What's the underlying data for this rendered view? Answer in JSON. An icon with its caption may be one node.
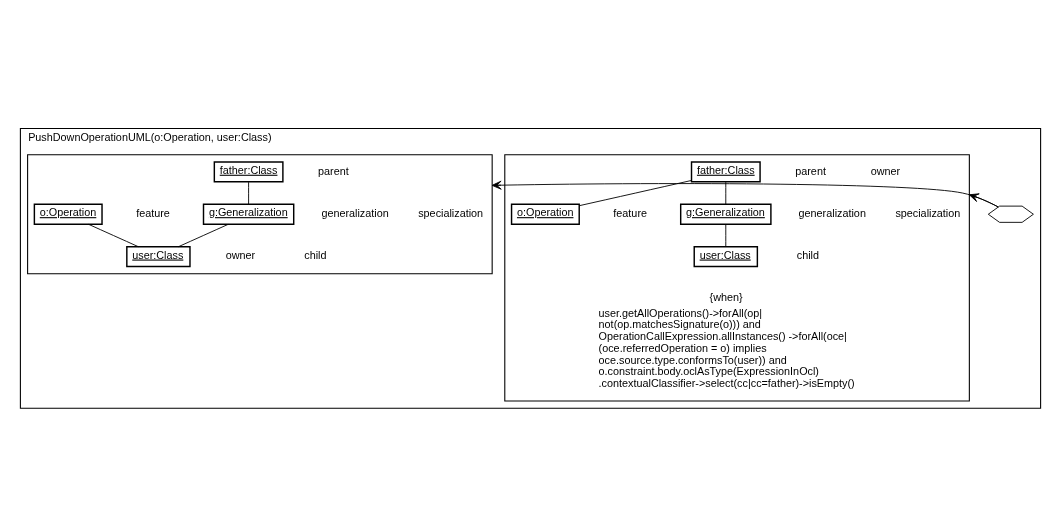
{
  "diagram": {
    "nodes": [
      {
        "text": [
          "PushDownOperationUML(o:Operation, user:Class)"
        ]
      },
      {
        "text": [],
        "shape": "box",
        "in": 0
      },
      {
        "text": [
          "father:Class"
        ],
        "in": 1
      },
      {
        "text": [
          "o:Operation"
        ],
        "in": 1
      },
      {
        "text": [
          "g:Generalization"
        ],
        "in": 1
      },
      {
        "text": [
          "user:Class"
        ],
        "in": 1
      },
      {
        "text": [
          "{when}",
          "user.getAllOperations()->forAll(op| not(op.matchesSignature(o))) and OperationCallExpression.allInstances() ->forAll(oce| (oce.referredOperation = o) implies oce.source.type.conformsTo(user)) and o.constraint.body.oclAsType(ExpressionInOcl) .contextualClassifier->select(cc|cc=father)->isEmpty()"
        ],
        "in": 1
      },
      {
        "text": [],
        "shape": "hexagon",
        "in": 0
      },
      {
        "text": [],
        "shape": "box",
        "in": 0
      },
      {
        "text": [
          "father:Class"
        ],
        "in": 8
      },
      {
        "text": [
          "o:Operation"
        ],
        "in": 8
      },
      {
        "text": [
          "g:Generalization"
        ],
        "in": 8
      },
      {
        "text": [
          "user:Class"
        ],
        "in": 8
      }
    ],
    "edges": [
      {
        "from": 2,
        "to": 3,
        "arrow": "none"
      },
      {
        "from": 2,
        "to": 4,
        "arrow": "none"
      },
      {
        "from": 4,
        "to": 5,
        "arrow": "none"
      },
      {
        "from": 7,
        "to": 1,
        "arrow": "to"
      },
      {
        "from": 7,
        "to": 8,
        "arrow": "to"
      },
      {
        "from": 9,
        "to": 11,
        "arrow": "none"
      },
      {
        "from": 11,
        "to": 12,
        "arrow": "none"
      },
      {
        "from": 10,
        "to": 12,
        "arrow": "none"
      }
    ],
    "labels": [
      "owner",
      "feature",
      "parent",
      "specialization",
      "generalization",
      "child",
      "parent",
      "feature",
      "specialization",
      "generalization",
      "child",
      "owner"
    ]
  }
}
